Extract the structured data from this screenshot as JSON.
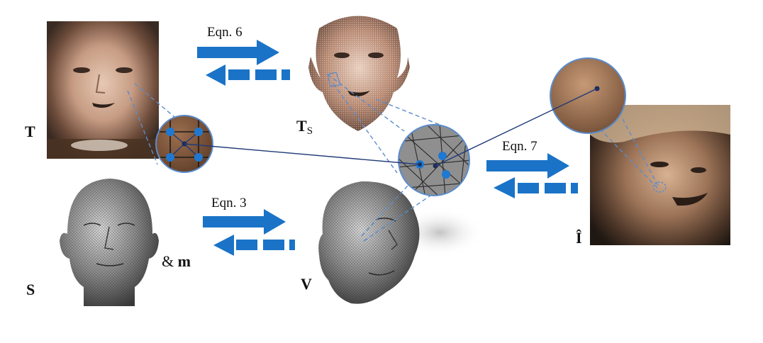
{
  "labels": {
    "texture_map": "T",
    "sampled_texture_main": "T",
    "sampled_texture_sub": "S",
    "shape": "S",
    "mask_amp": "&",
    "mask": "m",
    "vertices": "V",
    "image": "Î"
  },
  "arrows": {
    "eqn_top": "Eqn. 6",
    "eqn_mid": "Eqn. 3",
    "eqn_right": "Eqn. 7"
  },
  "colors": {
    "arrow": "#1a73c7",
    "connector": "#1e3a78",
    "zoom_border": "#5b8ccc",
    "dot": "#1f78d1"
  }
}
